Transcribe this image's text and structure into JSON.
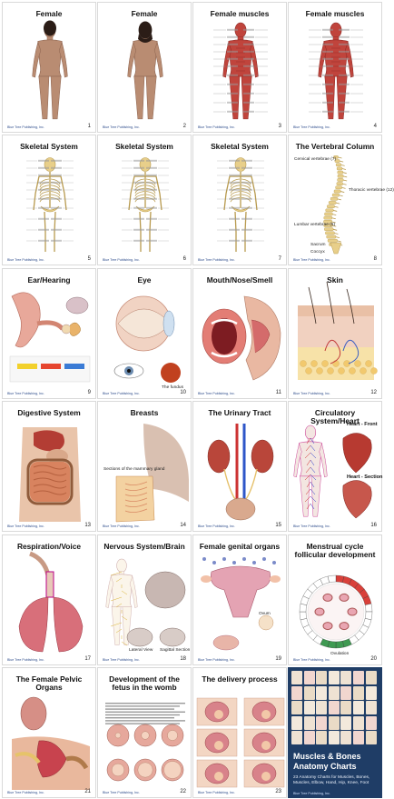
{
  "publisher": "Blue Tree Publishing, Inc.",
  "cards": [
    {
      "num": "1",
      "title": "Female"
    },
    {
      "num": "2",
      "title": "Female"
    },
    {
      "num": "3",
      "title": "Female muscles"
    },
    {
      "num": "4",
      "title": "Female muscles"
    },
    {
      "num": "5",
      "title": "Skeletal System"
    },
    {
      "num": "6",
      "title": "Skeletal System"
    },
    {
      "num": "7",
      "title": "Skeletal System"
    },
    {
      "num": "8",
      "title": "The Vertebral Column"
    },
    {
      "num": "9",
      "title": "Ear/Hearing"
    },
    {
      "num": "10",
      "title": "Eye"
    },
    {
      "num": "11",
      "title": "Mouth/Nose/Smell"
    },
    {
      "num": "12",
      "title": "Skin"
    },
    {
      "num": "13",
      "title": "Digestive System"
    },
    {
      "num": "14",
      "title": "Breasts"
    },
    {
      "num": "15",
      "title": "The Urinary Tract"
    },
    {
      "num": "16",
      "title": "Circulatory System/Heart"
    },
    {
      "num": "17",
      "title": "Respiration/Voice"
    },
    {
      "num": "18",
      "title": "Nervous System/Brain"
    },
    {
      "num": "19",
      "title": "Female genital organs"
    },
    {
      "num": "20",
      "title": "Menstrual cycle follicular development"
    },
    {
      "num": "21",
      "title": "The Female Pelvic Organs"
    },
    {
      "num": "22",
      "title": "Development of the fetus in the womb"
    },
    {
      "num": "23",
      "title": "The delivery process"
    }
  ],
  "labels": {
    "vertebral": [
      "Cervical vertebrae (7)",
      "Thoracic vertebrae (12)",
      "Lumbar vertebrae (5)",
      "Sacrum",
      "Coccyx"
    ],
    "eye": [
      "The fundus"
    ],
    "breasts": [
      "Sections of the mammary gland"
    ],
    "heart": [
      "Heart - Front",
      "Heart - Section"
    ],
    "brain": [
      "Lateral View",
      "Sagittal Section"
    ],
    "genital": [
      "Ovum"
    ],
    "menstrual": [
      "Ovulation"
    ]
  },
  "cover": {
    "title_line1": "Muscles & Bones",
    "title_line2": "Anatomy Charts",
    "subtitle": "23 Anatomy Charts for Muscles, Bones, Muscles, Elbow, Hand, Hip, Knee, Foot"
  }
}
